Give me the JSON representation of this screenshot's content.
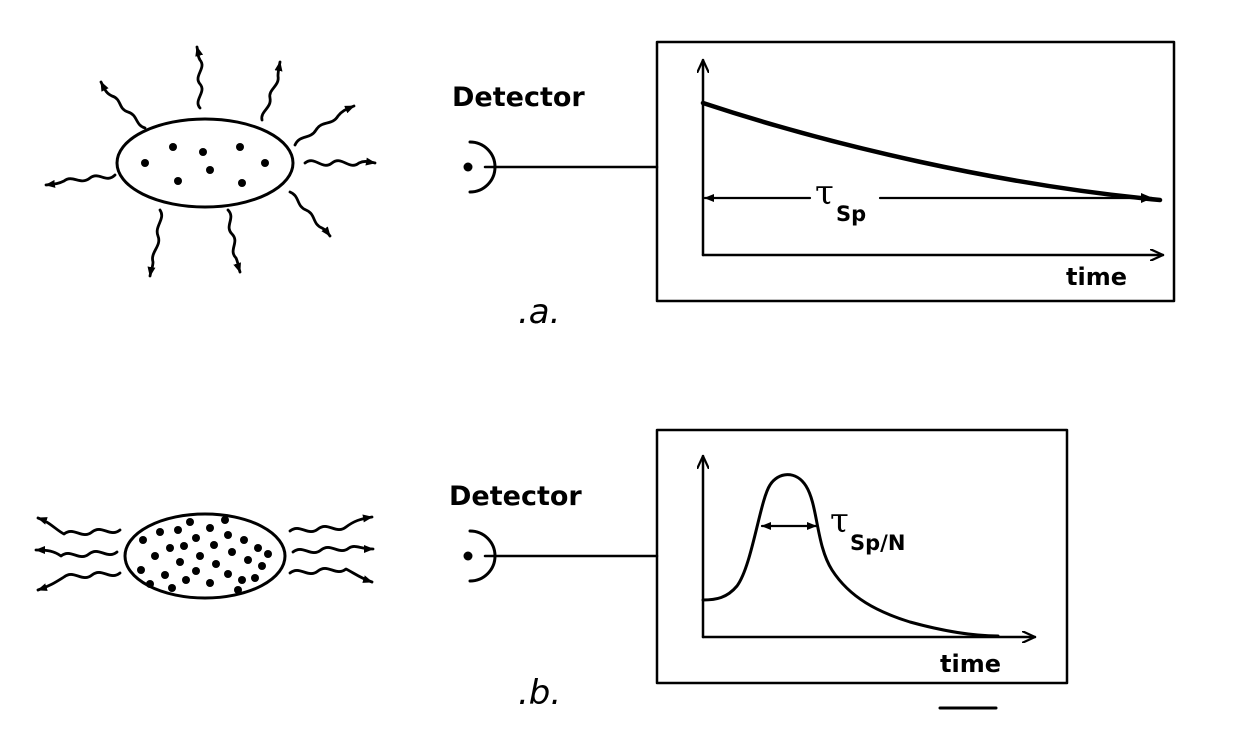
{
  "panel_a": {
    "label": ".a.",
    "detector_label": "Detector",
    "time_label": "time",
    "tau_symbol": "τ",
    "tau_subscript": "Sp"
  },
  "panel_b": {
    "label": ".b.",
    "detector_label": "Detector",
    "time_label": "time",
    "tau_symbol": "τ",
    "tau_subscript": "Sp/N"
  },
  "colors": {
    "ink": "#000000",
    "background": "#ffffff"
  }
}
